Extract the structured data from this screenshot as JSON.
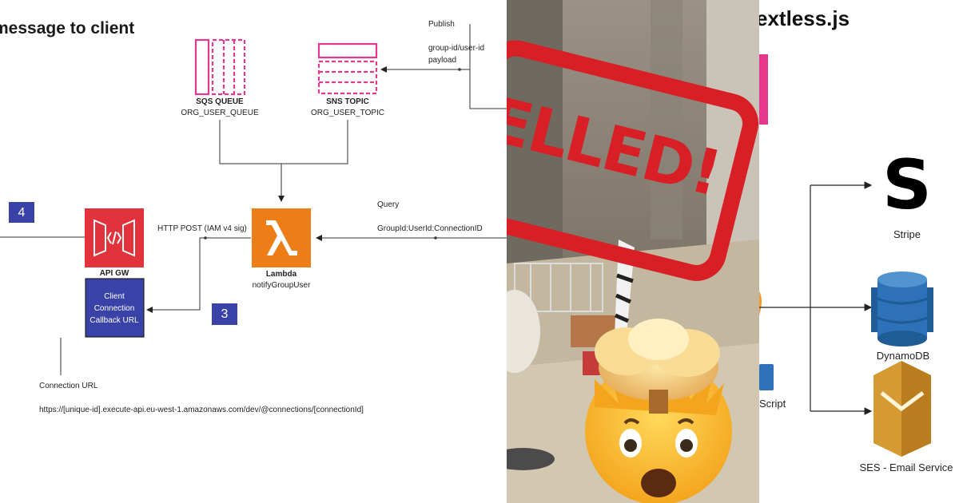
{
  "diagram": {
    "title": "message to client",
    "step_badges": [
      "4",
      "3"
    ],
    "sqs": {
      "label": "SQS QUEUE",
      "name": "ORG_USER_QUEUE"
    },
    "sns": {
      "label": "SNS TOPIC",
      "name": "ORG_USER_TOPIC"
    },
    "publish": {
      "label": "Publish",
      "line1": "group-id/user-id",
      "line2": "payload"
    },
    "lambda": {
      "label": "Lambda",
      "name": "notifyGroupUser"
    },
    "query": {
      "label": "Query",
      "detail": "GroupId:UserId:ConnectionID"
    },
    "http_post": "HTTP POST (IAM v4 sig)",
    "api_gw": {
      "label": "API GW"
    },
    "callback": {
      "line1": "Client",
      "line2": "Connection",
      "line3": "Callback URL"
    },
    "connection_url": {
      "label": "Connection URL",
      "value": "https://[unique-id].execute-api.eu-west-1.amazonaws.com/dev/@connections/[connectionId]"
    }
  },
  "photo": {
    "stamp_text": "ELLED!",
    "emoji": "exploding-head-emoji"
  },
  "architecture": {
    "title": "extless.js",
    "partial_label": "Script",
    "services": [
      {
        "label": "Stripe",
        "icon": "stripe-logo"
      },
      {
        "label": "DynamoDB",
        "icon": "dynamodb-icon"
      },
      {
        "label": "SES - Email Service",
        "icon": "ses-icon"
      }
    ]
  },
  "colors": {
    "aws_pink": "#e6378f",
    "lambda_orange": "#ec7d17",
    "api_gw_red": "#e2333c",
    "badge_blue": "#3943a7",
    "dynamodb_blue": "#2d72b8",
    "ses_gold": "#d69a32",
    "stamp_red": "#d81f26"
  }
}
